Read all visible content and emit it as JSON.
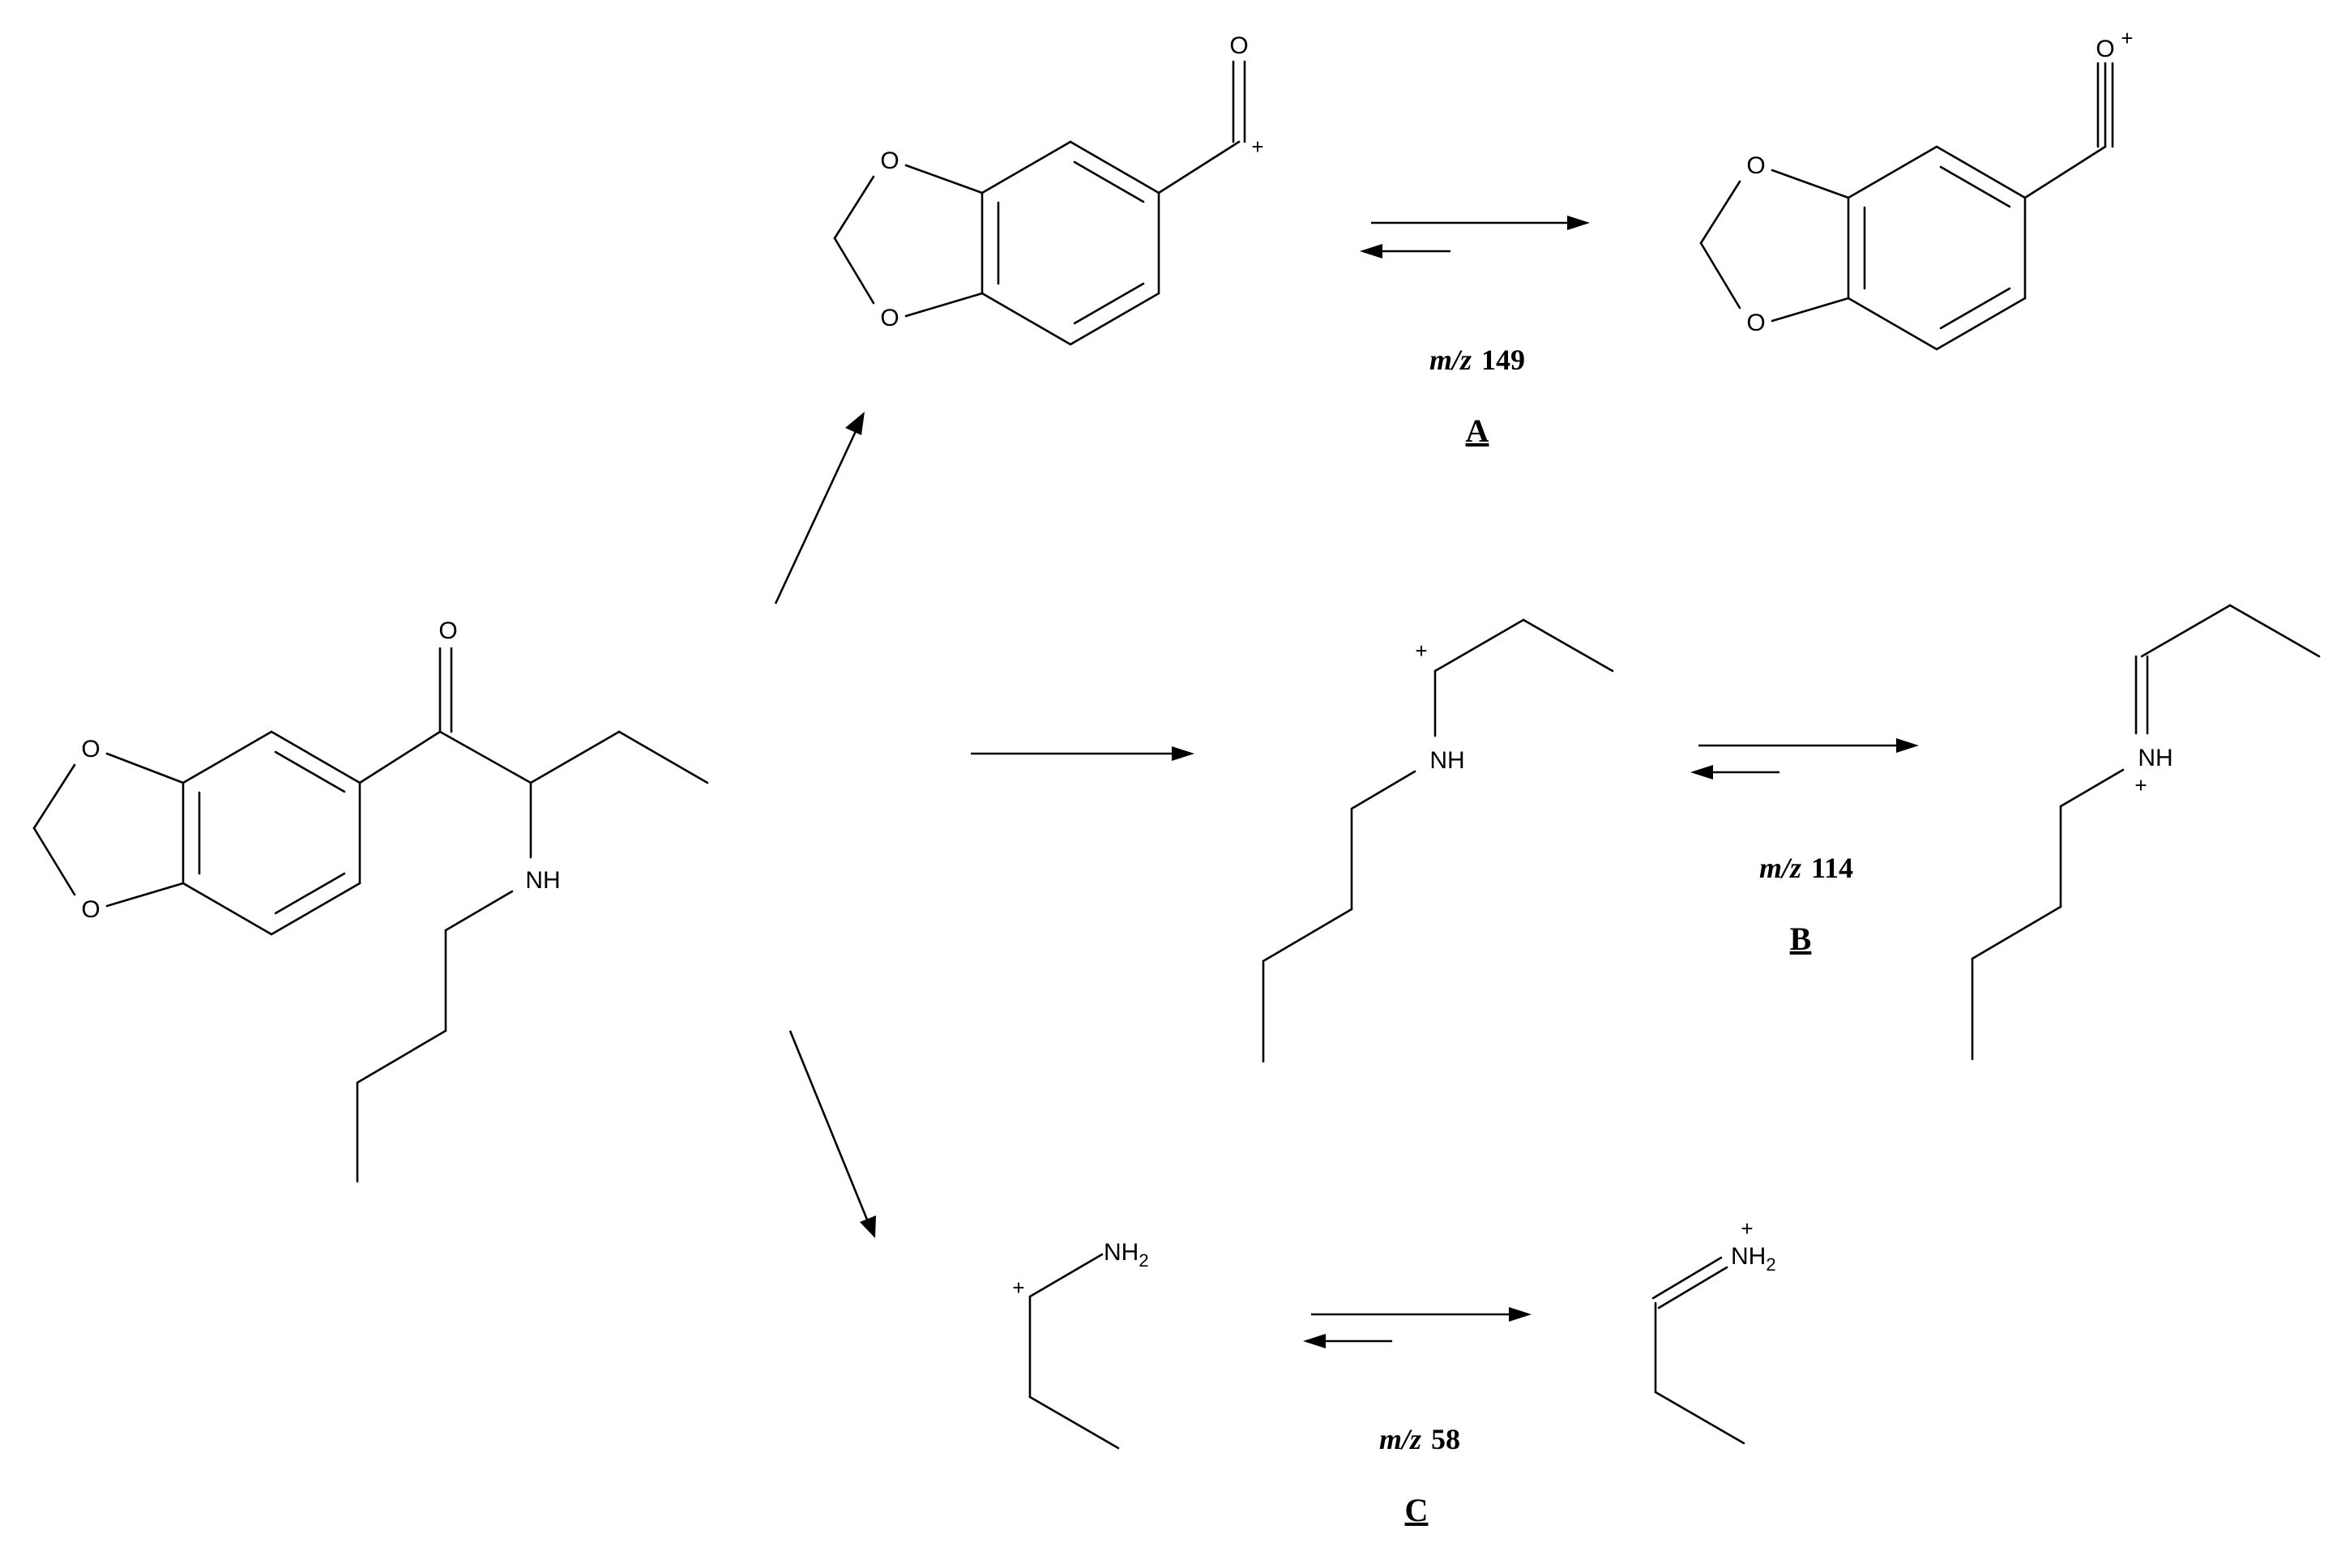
{
  "atoms": {
    "oxygen": "O",
    "amine_nh": "NH",
    "amine_nh2": "NH",
    "subscript_2": "2",
    "plus": "+"
  },
  "fragments": [
    {
      "mz_prefix": "m/z",
      "mz_value": "149",
      "label": "A"
    },
    {
      "mz_prefix": "m/z",
      "mz_value": "114",
      "label": "B"
    },
    {
      "mz_prefix": "m/z",
      "mz_value": "58",
      "label": "C"
    }
  ],
  "colors": {
    "ink": "#000000",
    "background": "#ffffff"
  }
}
